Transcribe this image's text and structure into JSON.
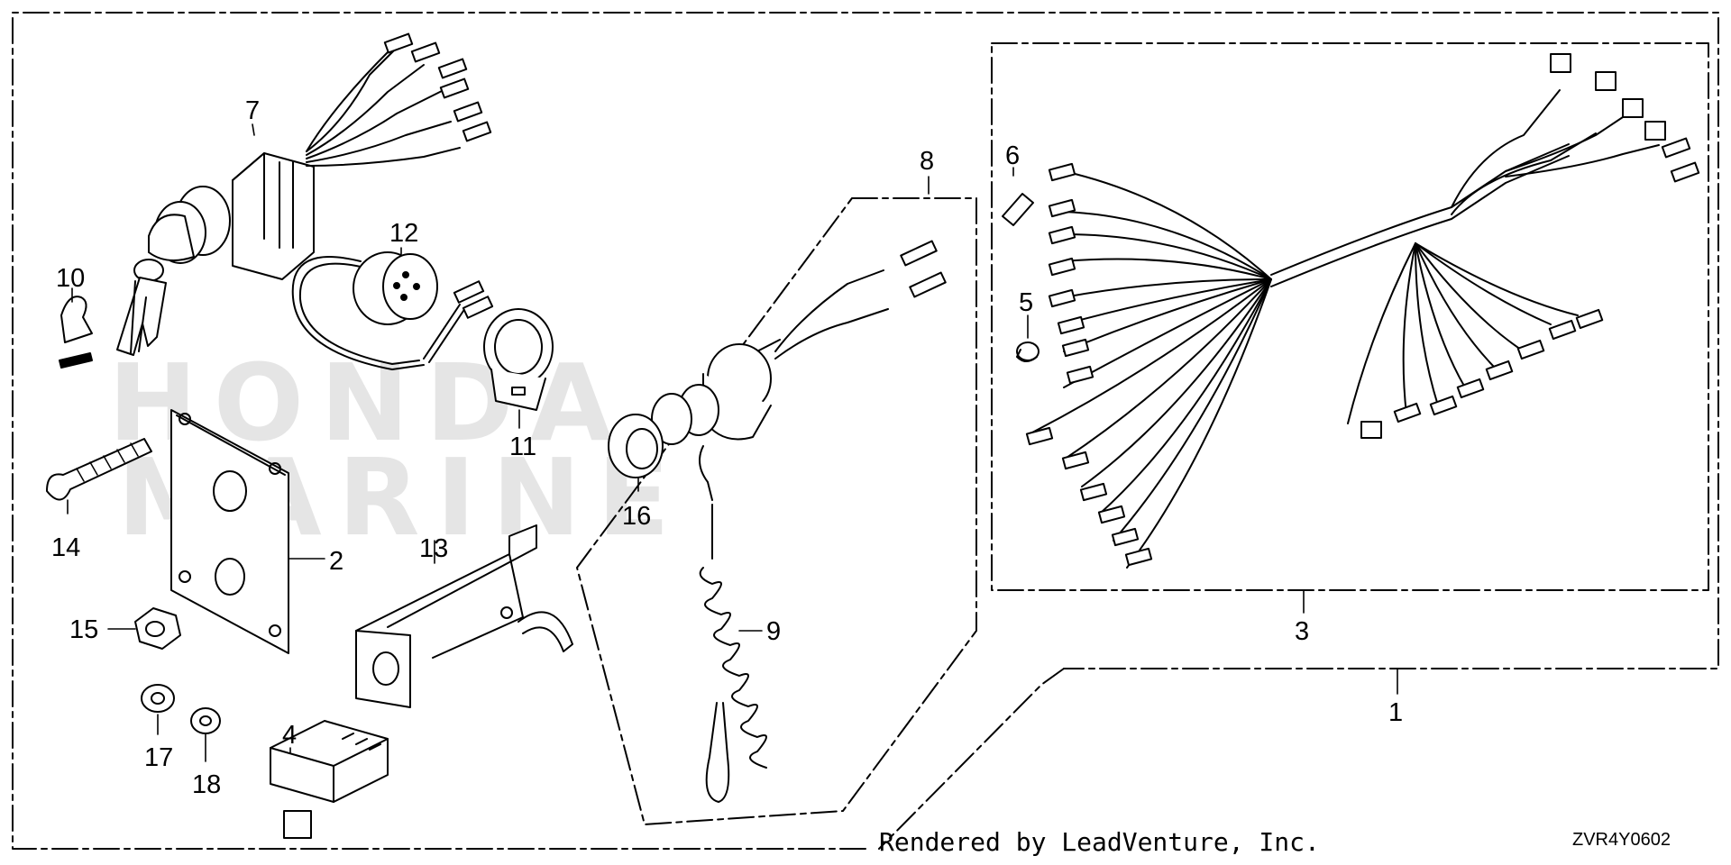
{
  "diagram": {
    "callouts": [
      {
        "id": "1",
        "label": "1"
      },
      {
        "id": "2",
        "label": "2"
      },
      {
        "id": "3",
        "label": "3"
      },
      {
        "id": "4",
        "label": "4"
      },
      {
        "id": "5",
        "label": "5"
      },
      {
        "id": "6",
        "label": "6"
      },
      {
        "id": "7",
        "label": "7"
      },
      {
        "id": "8",
        "label": "8"
      },
      {
        "id": "9",
        "label": "9"
      },
      {
        "id": "10",
        "label": "10"
      },
      {
        "id": "11",
        "label": "11"
      },
      {
        "id": "12",
        "label": "12"
      },
      {
        "id": "13",
        "label": "13"
      },
      {
        "id": "14",
        "label": "14"
      },
      {
        "id": "15",
        "label": "15"
      },
      {
        "id": "16",
        "label": "16"
      },
      {
        "id": "17",
        "label": "17"
      },
      {
        "id": "18",
        "label": "18"
      }
    ],
    "watermark_line1": "HONDA",
    "watermark_line2": "MARINE"
  },
  "footer": {
    "credit": "Rendered by LeadVenture, Inc.",
    "diagram_code": "ZVR4Y0602"
  },
  "colors": {
    "line": "#000000",
    "background": "#ffffff"
  }
}
